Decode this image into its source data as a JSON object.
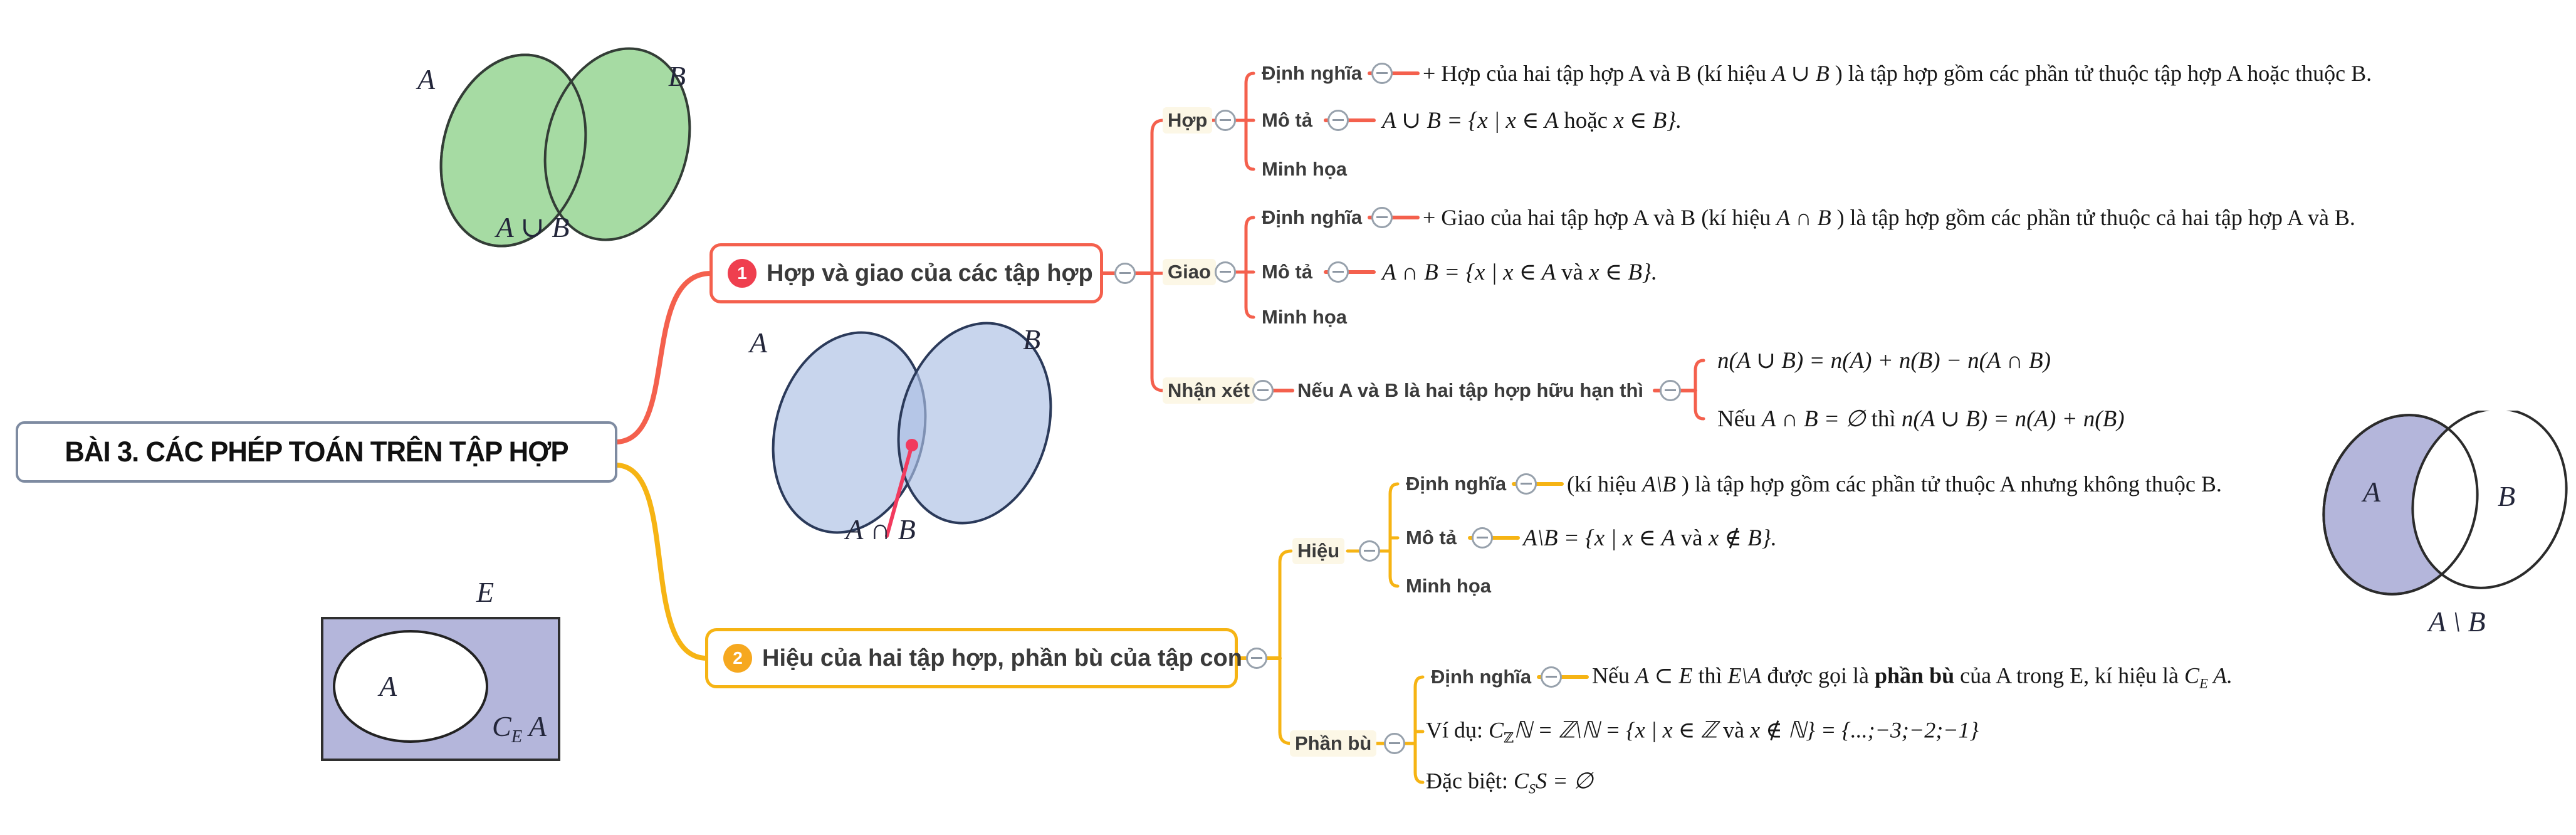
{
  "title": {
    "text": "BÀI 3. CÁC PHÉP TOÁN TRÊN TẬP HỢP"
  },
  "colors": {
    "branch1": "#f4604d",
    "branch1_badge": "#ef3f4f",
    "branch2": "#f6b414",
    "branch2_badge": "#f6a81f",
    "title_border": "#7e8ba1",
    "venn_green": "#a6dba3",
    "venn_blue": "#aabfe4",
    "venn_lavender": "#b4b6db",
    "pointer_red": "#f23a5e"
  },
  "labels": {
    "dinh_nghia": "Định nghĩa",
    "mo_ta": "Mô tả",
    "minh_hoa": "Minh họa"
  },
  "branch1": {
    "badge": "1",
    "title": "Hợp và giao của các tập hợp",
    "hop": {
      "label": "Hợp",
      "dinh_nghia_segments": [
        {
          "t": "+ Hợp của hai tập hợp A và B (kí hiệu "
        },
        {
          "t": "A ∪ B",
          "i": true
        },
        {
          "t": " ) là tập hợp gồm các phần tử thuộc tập hợp A hoặc thuộc B."
        }
      ],
      "mo_ta_segments": [
        {
          "t": "A ∪ B = {x | x ∈ A ",
          "i": true
        },
        {
          "t": "hoặc "
        },
        {
          "t": "x ∈ B",
          "i": true
        },
        {
          "t": "}.",
          "i": true
        }
      ]
    },
    "giao": {
      "label": "Giao",
      "dinh_nghia_segments": [
        {
          "t": "+ Giao của hai tập hợp A và B (kí hiệu "
        },
        {
          "t": "A ∩ B",
          "i": true
        },
        {
          "t": " ) là tập hợp gồm các phần tử thuộc cả hai tập hợp A và B."
        }
      ],
      "mo_ta_segments": [
        {
          "t": "A ∩ B = {x | x ∈ A ",
          "i": true
        },
        {
          "t": "và "
        },
        {
          "t": "x ∈ B",
          "i": true
        },
        {
          "t": "}.",
          "i": true
        }
      ]
    },
    "nhan_xet": {
      "label": "Nhận xét",
      "condition": "Nếu A và B là hai tập hợp hữu hạn thì",
      "formula1_segments": [
        {
          "t": "n(A ∪ B) = n(A) + n(B) − n(A ∩ B)",
          "i": true
        }
      ],
      "formula2_segments": [
        {
          "t": "Nếu "
        },
        {
          "t": "A ∩ B = ∅",
          "i": true
        },
        {
          "t": " thì "
        },
        {
          "t": "n(A ∪ B) = n(A) + n(B)",
          "i": true
        }
      ]
    }
  },
  "branch2": {
    "badge": "2",
    "title": "Hiệu của hai tập hợp, phần bù của tập con",
    "hieu": {
      "label": "Hiệu",
      "dinh_nghia_segments": [
        {
          "t": "(kí hiệu "
        },
        {
          "t": "A\\B",
          "i": true
        },
        {
          "t": " ) là tập hợp gồm các phần tử thuộc A nhưng không thuộc B."
        }
      ],
      "mo_ta_segments": [
        {
          "t": "A\\B = {x | x ∈ A ",
          "i": true
        },
        {
          "t": "và "
        },
        {
          "t": "x ∉ B",
          "i": true
        },
        {
          "t": "}.",
          "i": true
        }
      ]
    },
    "phan_bu": {
      "label": "Phần bù",
      "dinh_nghia_segments": [
        {
          "t": "Nếu "
        },
        {
          "t": "A ⊂ E",
          "i": true
        },
        {
          "t": " thì "
        },
        {
          "t": "E\\A",
          "i": true
        },
        {
          "t": " được gọi là "
        },
        {
          "t": "phần bù",
          "b": true
        },
        {
          "t": " của A trong E, kí hiệu là "
        },
        {
          "t": "C",
          "i": true
        },
        {
          "t": "E",
          "i": true,
          "sub": true
        },
        {
          "t": " A.",
          "i": true
        }
      ],
      "vi_du_segments": [
        {
          "t": "Ví dụ: "
        },
        {
          "t": "C",
          "i": true
        },
        {
          "t": "ℤ",
          "sub": true
        },
        {
          "t": "ℕ = ℤ\\ℕ = {x | x ∈ ℤ ",
          "i": true
        },
        {
          "t": "và "
        },
        {
          "t": "x ∉ ℕ",
          "i": true
        },
        {
          "t": "} = {...;−3;−2;−1}",
          "i": true
        }
      ],
      "dac_biet_segments": [
        {
          "t": "Đặc biệt: "
        },
        {
          "t": "C",
          "i": true
        },
        {
          "t": "S",
          "i": true,
          "sub": true
        },
        {
          "t": "S = ∅",
          "i": true
        }
      ]
    }
  },
  "diagrams": {
    "union": {
      "a": "A",
      "b": "B",
      "caption_segments": [
        {
          "t": "A ∪ B",
          "i": true
        }
      ]
    },
    "intersection": {
      "a": "A",
      "b": "B",
      "caption_segments": [
        {
          "t": "A ∩ B",
          "i": true
        }
      ]
    },
    "complement": {
      "universe": "E",
      "a": "A",
      "caption_segments": [
        {
          "t": "C",
          "i": true
        },
        {
          "t": "E",
          "i": true,
          "sub": true
        },
        {
          "t": " A",
          "i": true
        }
      ]
    },
    "difference": {
      "a": "A",
      "b": "B",
      "caption_segments": [
        {
          "t": "A \\ B",
          "i": true
        }
      ]
    }
  }
}
